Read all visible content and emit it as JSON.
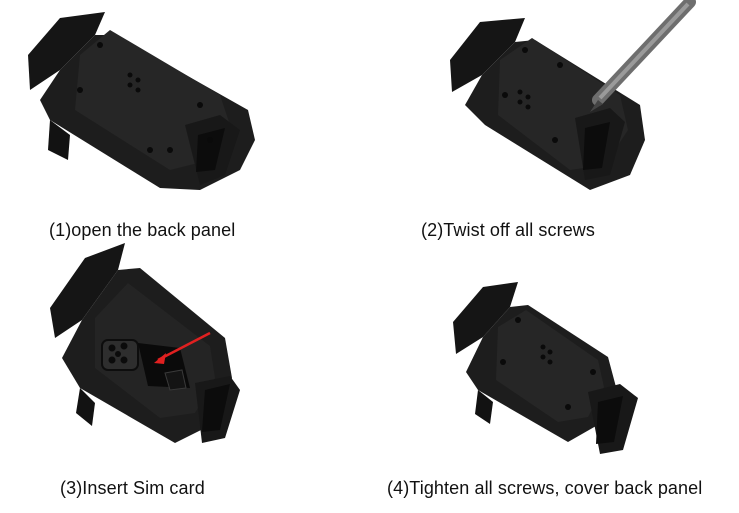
{
  "steps": [
    {
      "caption": "(1)open the back panel",
      "image": "device-back-panel-closed"
    },
    {
      "caption": "(2)Twist off all screws",
      "image": "screwdriver-removing-screws"
    },
    {
      "caption": "(3)Insert Sim card",
      "image": "sim-card-slot-with-red-arrow"
    },
    {
      "caption": "(4)Tighten all screws, cover back panel",
      "image": "device-back-panel-closed"
    }
  ],
  "colors": {
    "device_body": "#1c1c1c",
    "device_panel": "#2a2a2a",
    "arrow": "#e02020",
    "text": "#111111"
  }
}
